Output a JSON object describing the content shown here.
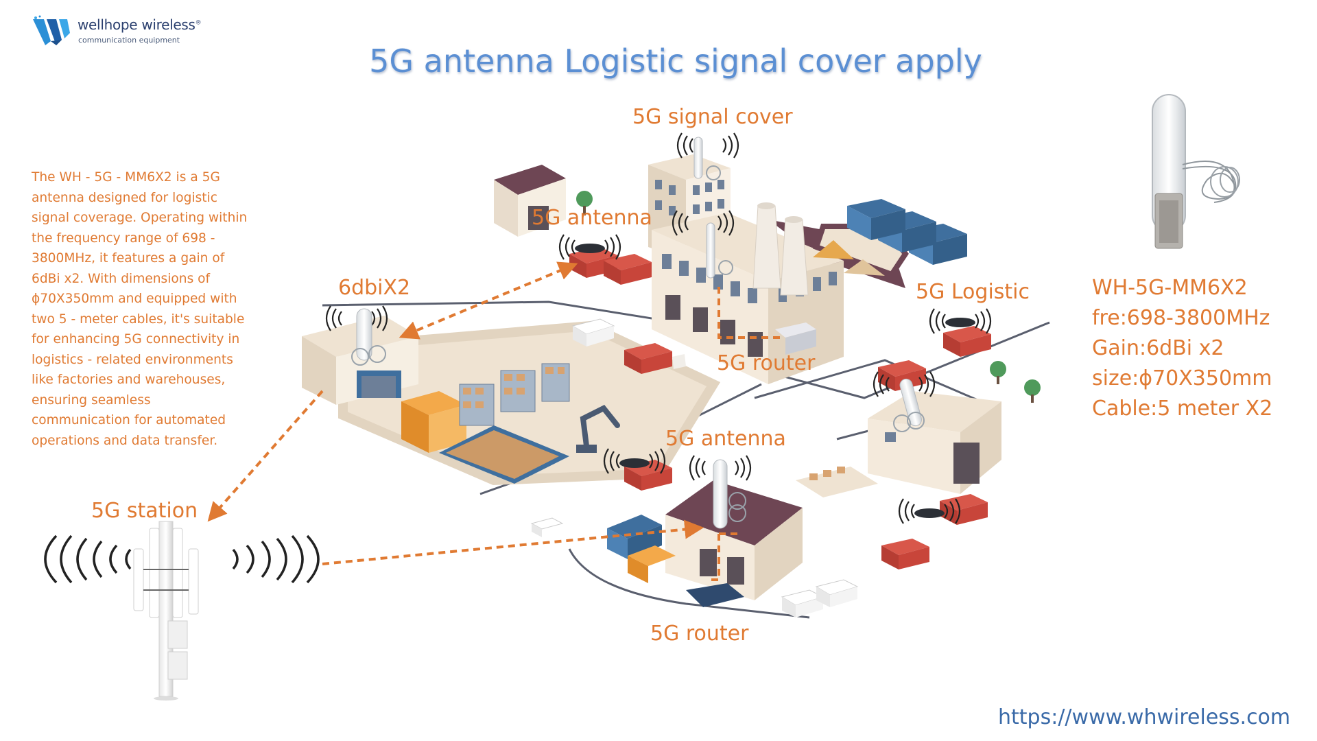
{
  "logo": {
    "brand": "wellhope wireless",
    "registered_mark": "®",
    "tagline": "communication equipment"
  },
  "title": "5G antenna Logistic signal cover apply",
  "description_lines": [
    "The WH - 5G - MM6X2 is a 5G",
    "antenna designed for logistic",
    "signal coverage. Operating within",
    "the frequency range of 698 -",
    "3800MHz, it features a gain of",
    "6dBi x2. With dimensions of",
    "ϕ70X350mm and equipped with",
    "two 5 - meter cables, it's suitable",
    "for enhancing 5G connectivity in",
    "logistics - related environments",
    "like factories and warehouses,",
    "ensuring seamless",
    "communication for automated",
    "operations and data transfer."
  ],
  "labels": {
    "signal_cover": "5G signal cover",
    "antenna_top": "5G antenna",
    "gain_label": "6dbiX2",
    "logistic": "5G Logistic",
    "router_top": "5G router",
    "antenna_bottom": "5G antenna",
    "station": "5G station",
    "router_bottom": "5G router"
  },
  "specs": [
    "WH-5G-MM6X2",
    "fre:698-3800MHz",
    "Gain:6dBi x2",
    "size:ϕ70X350mm",
    "Cable:5 meter X2"
  ],
  "url": "https://www.whwireless.com",
  "colors": {
    "accent_orange": "#e07a32",
    "title_blue": "#5b8fd3",
    "url_blue": "#3a6aa8",
    "building_roof": "#6e4654",
    "wall_cream": "#f1e6d7",
    "container_blue": "#3f6f9e",
    "truck_red": "#c8453a"
  },
  "icons": {
    "logo": "wellhope-logo-icon",
    "antenna": "omni-antenna-icon",
    "tower": "cell-tower-icon",
    "signal": "signal-wave-icon"
  }
}
